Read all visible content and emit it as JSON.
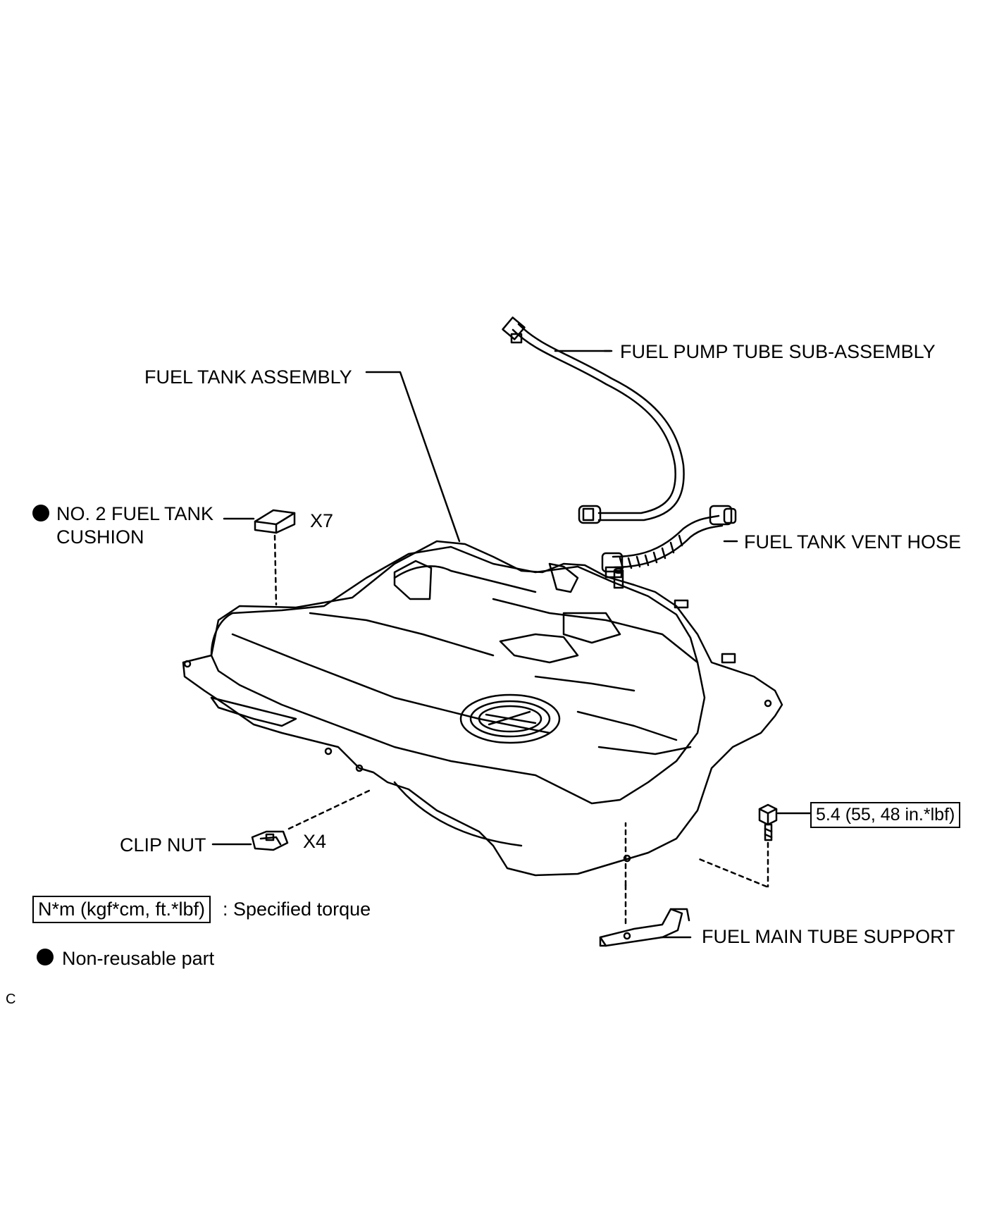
{
  "labels": {
    "fuel_pump_tube": "FUEL PUMP TUBE SUB-ASSEMBLY",
    "fuel_tank_assembly": "FUEL TANK ASSEMBLY",
    "cushion_line1": "NO. 2 FUEL TANK",
    "cushion_line2": "CUSHION",
    "cushion_qty": "X7",
    "vent_hose": "FUEL TANK VENT HOSE",
    "clip_nut": "CLIP NUT",
    "clip_nut_qty": "X4",
    "torque_value": "5.4 (55, 48 in.*lbf)",
    "main_tube_support": "FUEL MAIN TUBE SUPPORT"
  },
  "legend": {
    "torque_box": "N*m (kgf*cm, ft.*lbf)",
    "torque_desc": ": Specified torque",
    "non_reusable": "Non-reusable part"
  },
  "corner_mark": "C",
  "icons": {
    "non_reusable_marker": "filled-circle"
  }
}
